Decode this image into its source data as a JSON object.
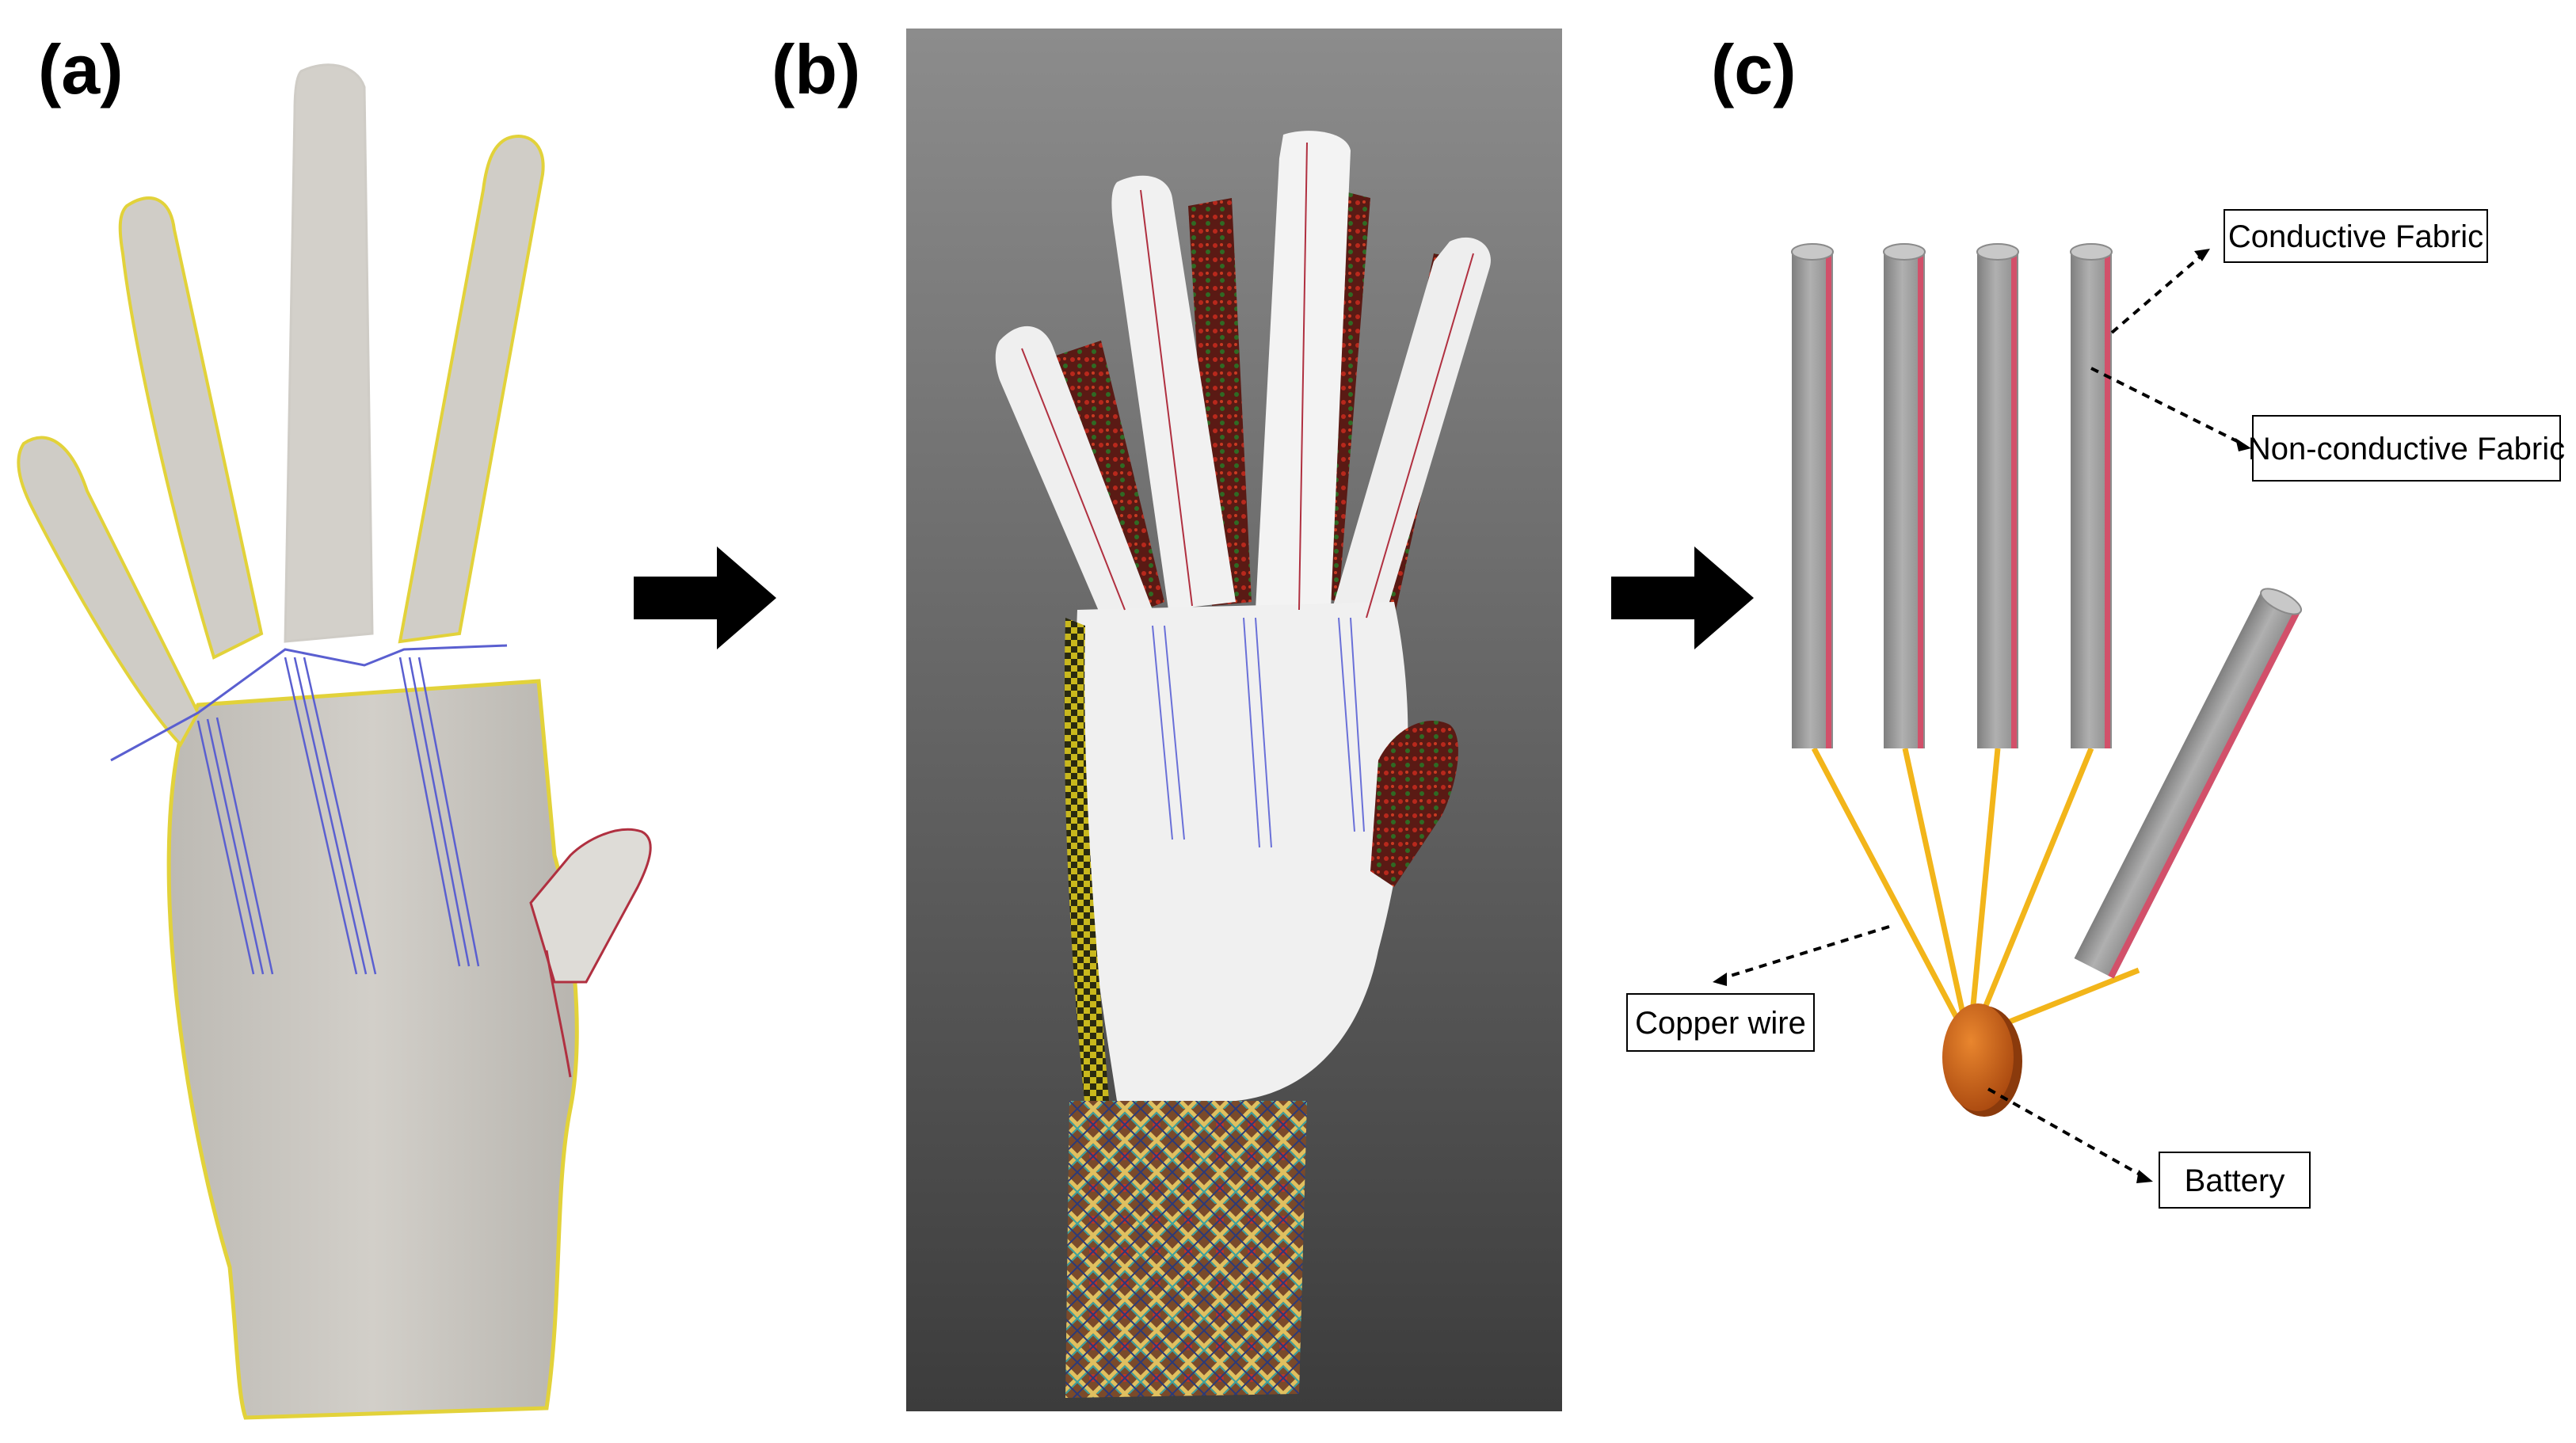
{
  "panels": {
    "a": {
      "label": "(a)"
    },
    "b": {
      "label": "(b)"
    },
    "c": {
      "label": "(c)"
    }
  },
  "callouts": {
    "conductive": "Conductive Fabric",
    "nonconductive": "Non-conductive Fabric",
    "copper": "Copper wire",
    "battery": "Battery"
  },
  "colors": {
    "hand_skin": "#c9c6c0",
    "seam_yellow": "#e2d23a",
    "seam_blue": "#5a5fd0",
    "seam_red": "#b03040",
    "glove_white": "#f2f2f2",
    "fabric_dark_red": "#5a1a14",
    "backdrop_dark": "#3c3c3c",
    "backdrop_light": "#8c8c8c",
    "finger_gray": "#9d9d9d",
    "finger_red_edge": "#d2506a",
    "copper_wire": "#f2b51a",
    "battery_orange": "#c8601a",
    "arrow": "#000000"
  },
  "icons": [
    "arrow-right-icon",
    "arrow-right-icon"
  ]
}
